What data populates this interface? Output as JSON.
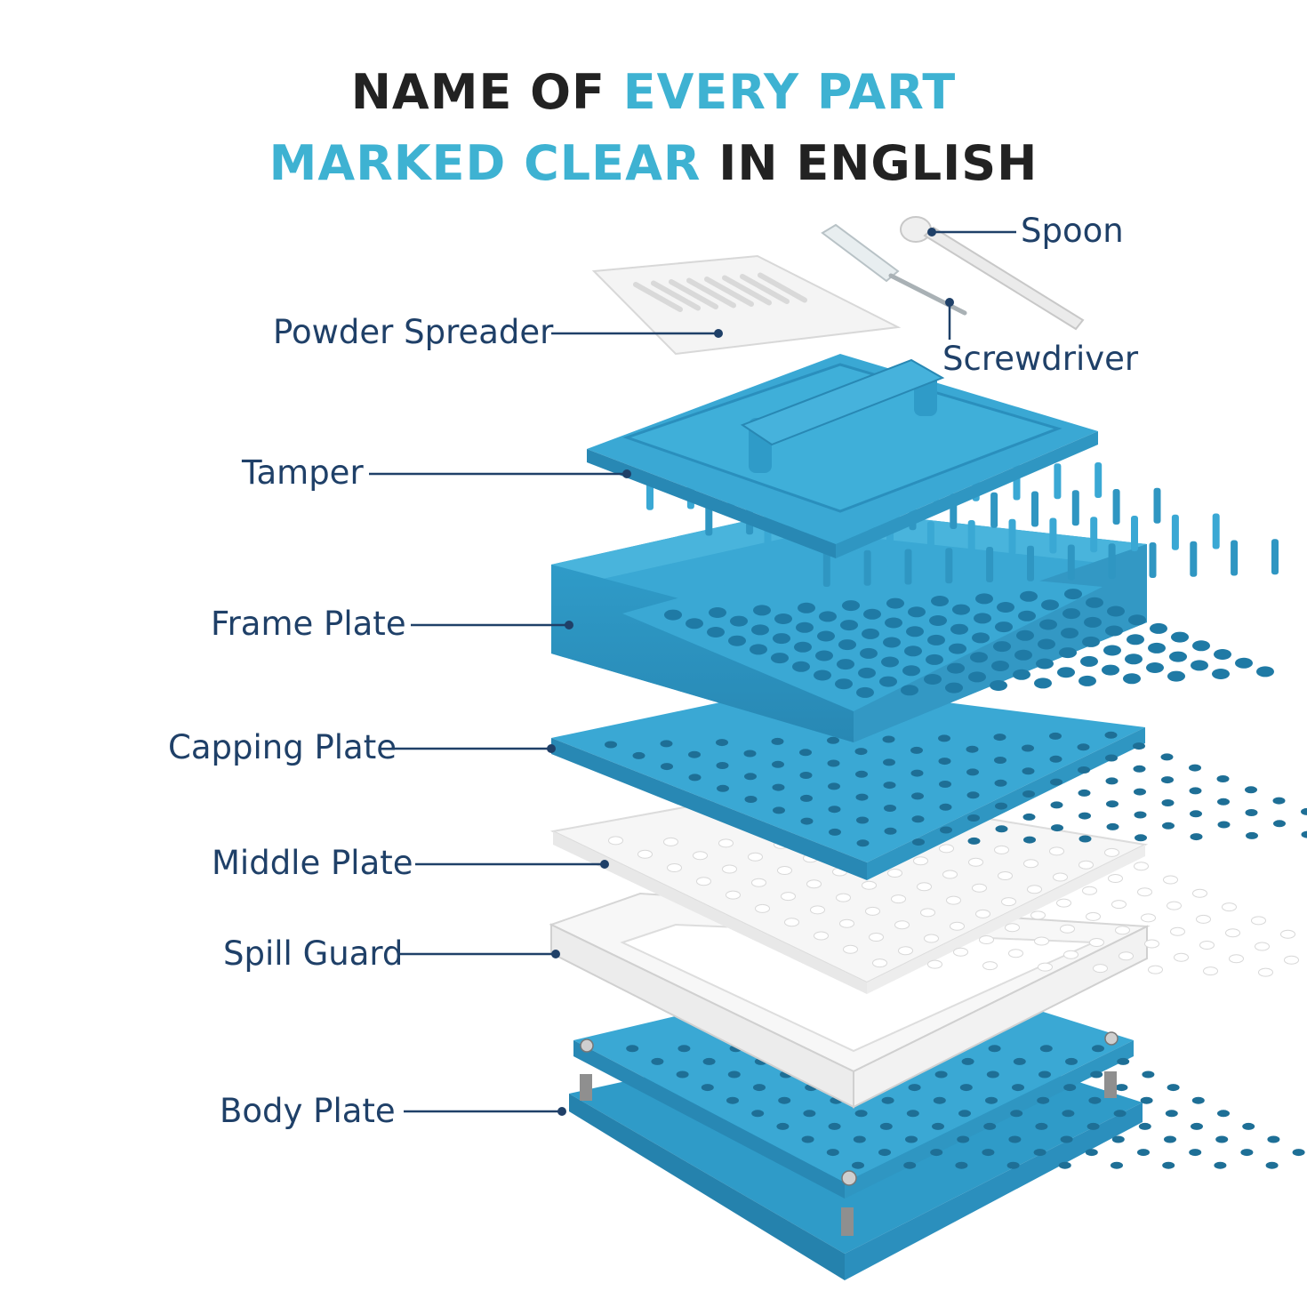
{
  "headline": {
    "line1": {
      "dark": "NAME OF ",
      "accent": "EVERY PART"
    },
    "line2": {
      "accent": "MARKED CLEAR",
      "dark": " IN ENGLISH"
    }
  },
  "labels": {
    "spoon": "Spoon",
    "screwdriver": "Screwdriver",
    "powder_spreader": "Powder Spreader",
    "tamper": "Tamper",
    "frame_plate": "Frame Plate",
    "capping_plate": "Capping Plate",
    "middle_plate": "Middle Plate",
    "spill_guard": "Spill Guard",
    "body_plate": "Body Plate"
  },
  "colors": {
    "accent": "#3eb2d2",
    "headline_dark": "#222222",
    "label": "#1f4068",
    "plastic_blue": "#3aa8d4",
    "plastic_white": "#f4f4f4"
  }
}
